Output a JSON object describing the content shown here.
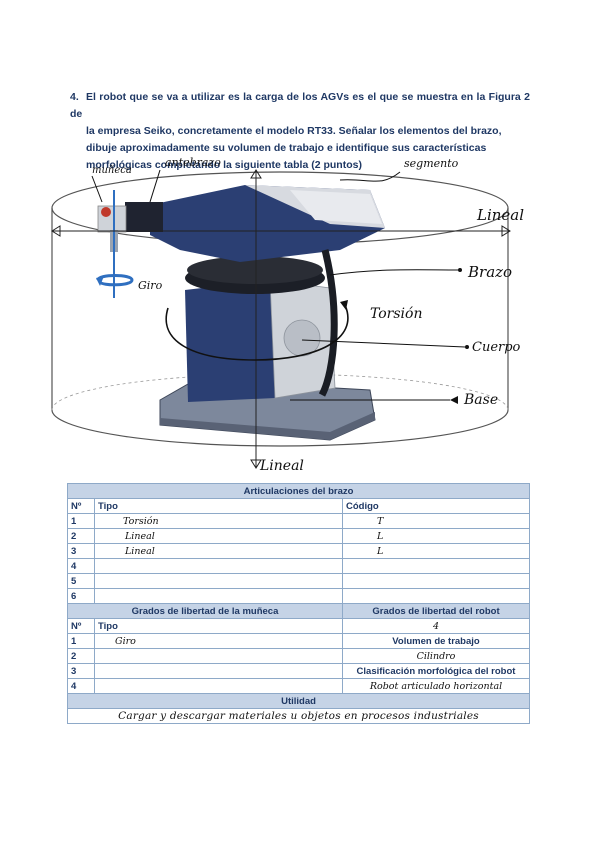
{
  "question": {
    "number": "4.",
    "line1": "El robot que se va a utilizar es la carga de los AGVs es el que se muestra en la Figura 2 de",
    "line2": "la empresa Seiko, concretamente el modelo RT33. Señalar los elementos del brazo,",
    "line3": "dibuje aproximadamente su volumen de trabajo e identifique sus características",
    "line4": "morfológicas completando la siguiente tabla (2 puntos)"
  },
  "figure": {
    "labels": {
      "muneca": "muñeca",
      "antebrazo": "antebrazo",
      "segmento": "segmento",
      "lineal_h": "Lineal",
      "brazo": "Brazo",
      "giro": "Giro",
      "torsion": "Torsión",
      "cuerpo": "Cuerpo",
      "base": "Base",
      "lineal_v": "Lineal"
    },
    "colors": {
      "robot_blue": "#2b3f73",
      "robot_grey": "#c9ccd2",
      "accent": "#1f3864",
      "arrow_blue": "#2f6fc0"
    }
  },
  "table": {
    "articulaciones_title": "Articulaciones del brazo",
    "col_num": "Nº",
    "col_tipo": "Tipo",
    "col_codigo": "Código",
    "rows": [
      {
        "n": "1",
        "tipo": "Torsión",
        "codigo": "T"
      },
      {
        "n": "2",
        "tipo": "Lineal",
        "codigo": "L"
      },
      {
        "n": "3",
        "tipo": "Lineal",
        "codigo": "L"
      },
      {
        "n": "4",
        "tipo": "",
        "codigo": ""
      },
      {
        "n": "5",
        "tipo": "",
        "codigo": ""
      },
      {
        "n": "6",
        "tipo": "",
        "codigo": ""
      }
    ],
    "muneca_title": "Grados de libertad de la muñeca",
    "robot_dof_title": "Grados de libertad del robot",
    "robot_dof_value": "4",
    "muneca_rows": [
      {
        "n": "1",
        "tipo": "Giro"
      },
      {
        "n": "2",
        "tipo": ""
      },
      {
        "n": "3",
        "tipo": ""
      },
      {
        "n": "4",
        "tipo": ""
      }
    ],
    "volumen_title": "Volumen de trabajo",
    "volumen_value": "Cilindro",
    "clasif_title": "Clasificación morfológica del robot",
    "clasif_value": "Robot articulado horizontal",
    "utilidad_title": "Utilidad",
    "utilidad_value": "Cargar y descargar materiales u objetos en procesos industriales"
  }
}
